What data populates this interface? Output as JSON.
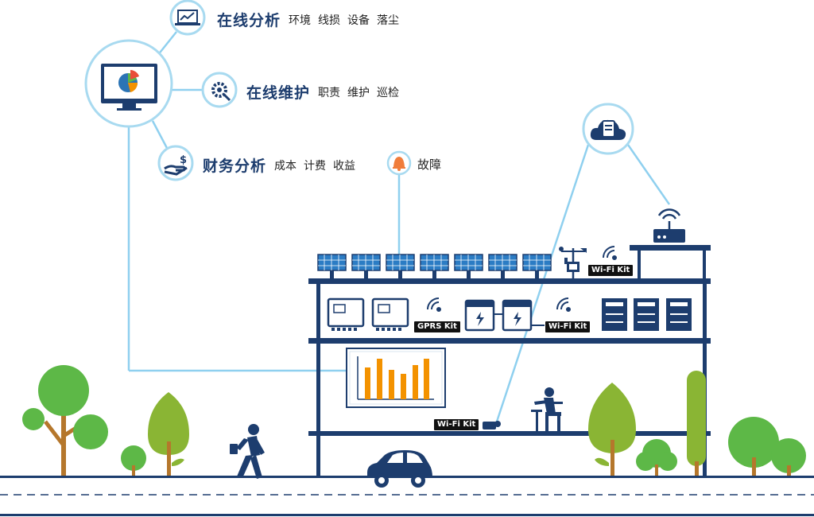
{
  "features": [
    {
      "title": "在线分析",
      "tags": [
        "环境",
        "线损",
        "设备",
        "落尘"
      ],
      "icon": "line-chart-icon"
    },
    {
      "title": "在线维护",
      "tags": [
        "职责",
        "维护",
        "巡检"
      ],
      "icon": "gear-wrench-icon"
    },
    {
      "title": "财务分析",
      "tags": [
        "成本",
        "计费",
        "收益"
      ],
      "icon": "money-hand-icon"
    }
  ],
  "fault": {
    "label": "故障",
    "icon": "bell-icon"
  },
  "kits": {
    "roof": "Wi-Fi Kit",
    "gprs": "GPRS Kit",
    "meter": "Wi-Fi Kit",
    "ground": "Wi-Fi Kit"
  },
  "monitor_icon": "pie-chart-monitor-icon",
  "cloud_icon": "cloud-server-icon",
  "colors": {
    "navy": "#1d3d6e",
    "line_blue": "#8fd0ef",
    "circle_border": "#a8daf0",
    "bar_orange": "#f39200",
    "tree_green": "#5db847",
    "tree_olive": "#8ab534",
    "fault_orange": "#f07d3b"
  }
}
